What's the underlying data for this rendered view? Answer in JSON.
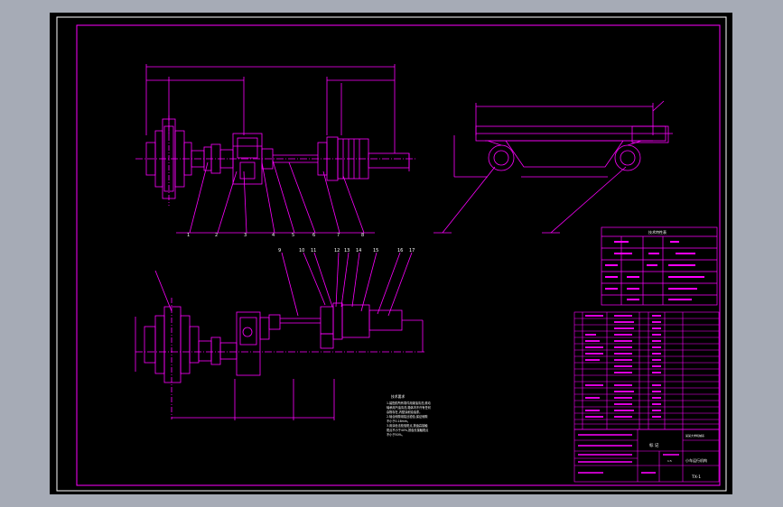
{
  "colors": {
    "window_bg": "#a6abb6",
    "drawing_bg": "#000000",
    "frame_line": "#ffffff",
    "line": "#ff00ff",
    "text": "#ffffff"
  },
  "drawing": {
    "callouts_top": [
      "1",
      "2",
      "3",
      "4",
      "5",
      "6",
      "7",
      "8"
    ],
    "callouts_mid": [
      "9",
      "10",
      "11",
      "12",
      "13",
      "14",
      "15",
      "16",
      "17"
    ],
    "notes_title": "技术要求",
    "notes_lines": [
      "1.装配前所有零件用煤油清洗,滚动",
      "轴承用汽油清洗,箱体内不许有任何",
      "杂物存在,内壁涂耐油油漆。",
      "2.啮合侧隙用铅丝检验,保证侧隙",
      "不小于0.16mm。",
      "3.用涂色法检验斑点,按齿高接触",
      "斑点不小于40%,按齿长接触斑点",
      "不小于50%。"
    ],
    "spec_title": "技术特性表",
    "title_block": {
      "designation": "小车运行机构",
      "drawing_no": "TX-1",
      "scale": "1:5",
      "school": "某某大学机械系",
      "label_mark": "标 记"
    }
  }
}
